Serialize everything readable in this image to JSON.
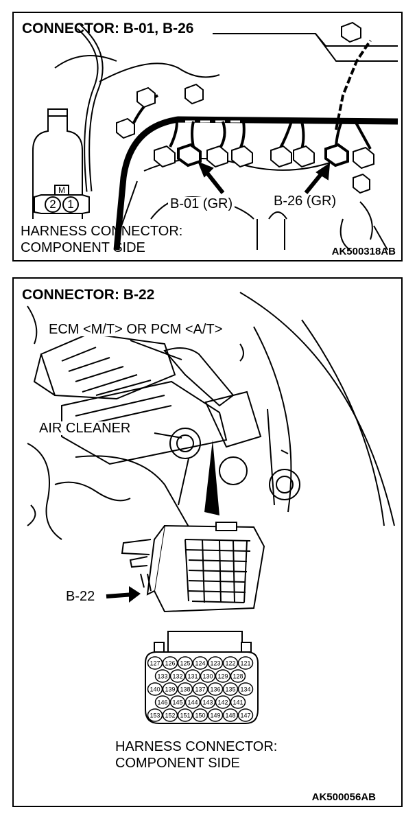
{
  "panel1": {
    "title": "CONNECTOR: B-01, B-26",
    "callout_left": "B-01 (GR)",
    "callout_right": "B-26 (GR)",
    "caption_line1": "HARNESS CONNECTOR:",
    "caption_line2": "COMPONENT SIDE",
    "code": "AK500318AB",
    "mini_connector": {
      "top": "M",
      "pins": [
        "2",
        "1"
      ]
    }
  },
  "panel2": {
    "title": "CONNECTOR: B-22",
    "label_ecm": "ECM <M/T> OR PCM <A/T>",
    "label_air": "AIR CLEANER",
    "label_connector": "B-22",
    "caption_line1": "HARNESS CONNECTOR:",
    "caption_line2": "COMPONENT SIDE",
    "code": "AK500056AB",
    "pin_rows": [
      [
        "127",
        "126",
        "125",
        "124",
        "123",
        "122",
        "121"
      ],
      [
        "133",
        "132",
        "131",
        "130",
        "129",
        "128"
      ],
      [
        "140",
        "139",
        "138",
        "137",
        "136",
        "135",
        "134"
      ],
      [
        "146",
        "145",
        "144",
        "143",
        "142",
        "141"
      ],
      [
        "153",
        "152",
        "151",
        "150",
        "149",
        "148",
        "147"
      ]
    ]
  }
}
